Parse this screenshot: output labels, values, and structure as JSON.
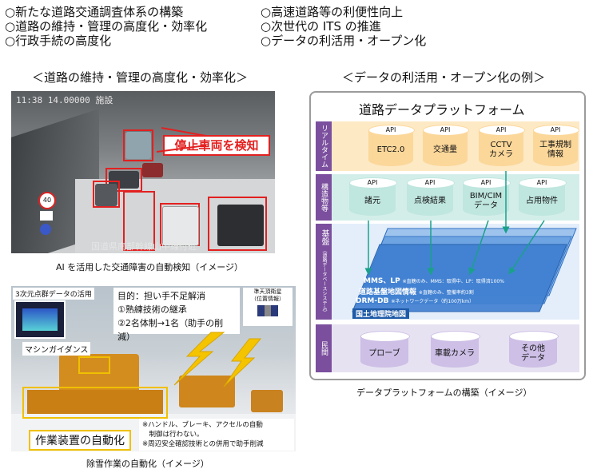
{
  "bullets_left": [
    "○新たな道路交通調査体系の構築",
    "○道路の維持・管理の高度化・効率化",
    "○行政手続の高度化"
  ],
  "bullets_right": [
    "○高速道路等の利便性向上",
    "○次世代の ITS の推進",
    "○データの利活用・オープン化"
  ],
  "section_left_title": "＜道路の維持・管理の高度化・効率化＞",
  "section_right_title": "＜データの利活用・オープン化の例＞",
  "photo1": {
    "osd_top": "11:38   14.00000   施設",
    "osd_bottom": "国道県南部幹線山中線付近",
    "detect_label": "停止車両を検知",
    "sign_speed": "40",
    "caption": "AI を活用した交通障害の自動検知（イメージ）"
  },
  "photo2": {
    "tag_3d": "3次元点群データの活用",
    "machine_guidance": "マシンガイダンス",
    "goal": [
      "目的：担い手不足解消",
      "①熟練技術の継承",
      "②2名体制→1名（助手の削減）"
    ],
    "satellite": [
      "準天頂衛星",
      "（位置情報）"
    ],
    "automation": "作業装置の自動化",
    "notes": [
      "※ハンドル、ブレーキ、アクセルの自動",
      "　制御は行わない。",
      "※周辺安全確認技術との併用で助手削減"
    ],
    "caption": "除雪作業の自動化（イメージ）"
  },
  "diagram": {
    "title": "道路データプラットフォーム",
    "band_realtime_label": "リアルタイム",
    "band_structure_label": "構造物等",
    "band_base_label": "基盤",
    "band_base_sub": "（道路データベースシステム）",
    "band_private_label": "民間",
    "api_label": "API",
    "realtime_items": [
      "ETC2.0",
      "交通量",
      "CCTV\nカメラ",
      "工事規制\n情報"
    ],
    "structure_items": [
      "諸元",
      "点検結果",
      "BIM/CIM\nデータ",
      "占用物件"
    ],
    "base_layers": [
      {
        "name": "MMS、LP",
        "note": "※直轄のみ、MMS：取得中、LP：取得済100%"
      },
      {
        "name": "道路基盤地図情報",
        "note": "※直轄のみ、整備率約3割"
      },
      {
        "name": "DRM-DB",
        "note": "※ネットワークデータ（約100万km）"
      },
      {
        "name": "国土地理院地図",
        "note": ""
      }
    ],
    "private_items": [
      "プローブ",
      "車載カメラ",
      "その他\nデータ"
    ],
    "caption": "データプラットフォームの構築（イメージ）",
    "colors": {
      "realtime": "#f7b655",
      "structure": "#57c2b6",
      "base": "#2f6fc4",
      "private": "#8e7cc3",
      "label": "#7b4f9e"
    }
  }
}
